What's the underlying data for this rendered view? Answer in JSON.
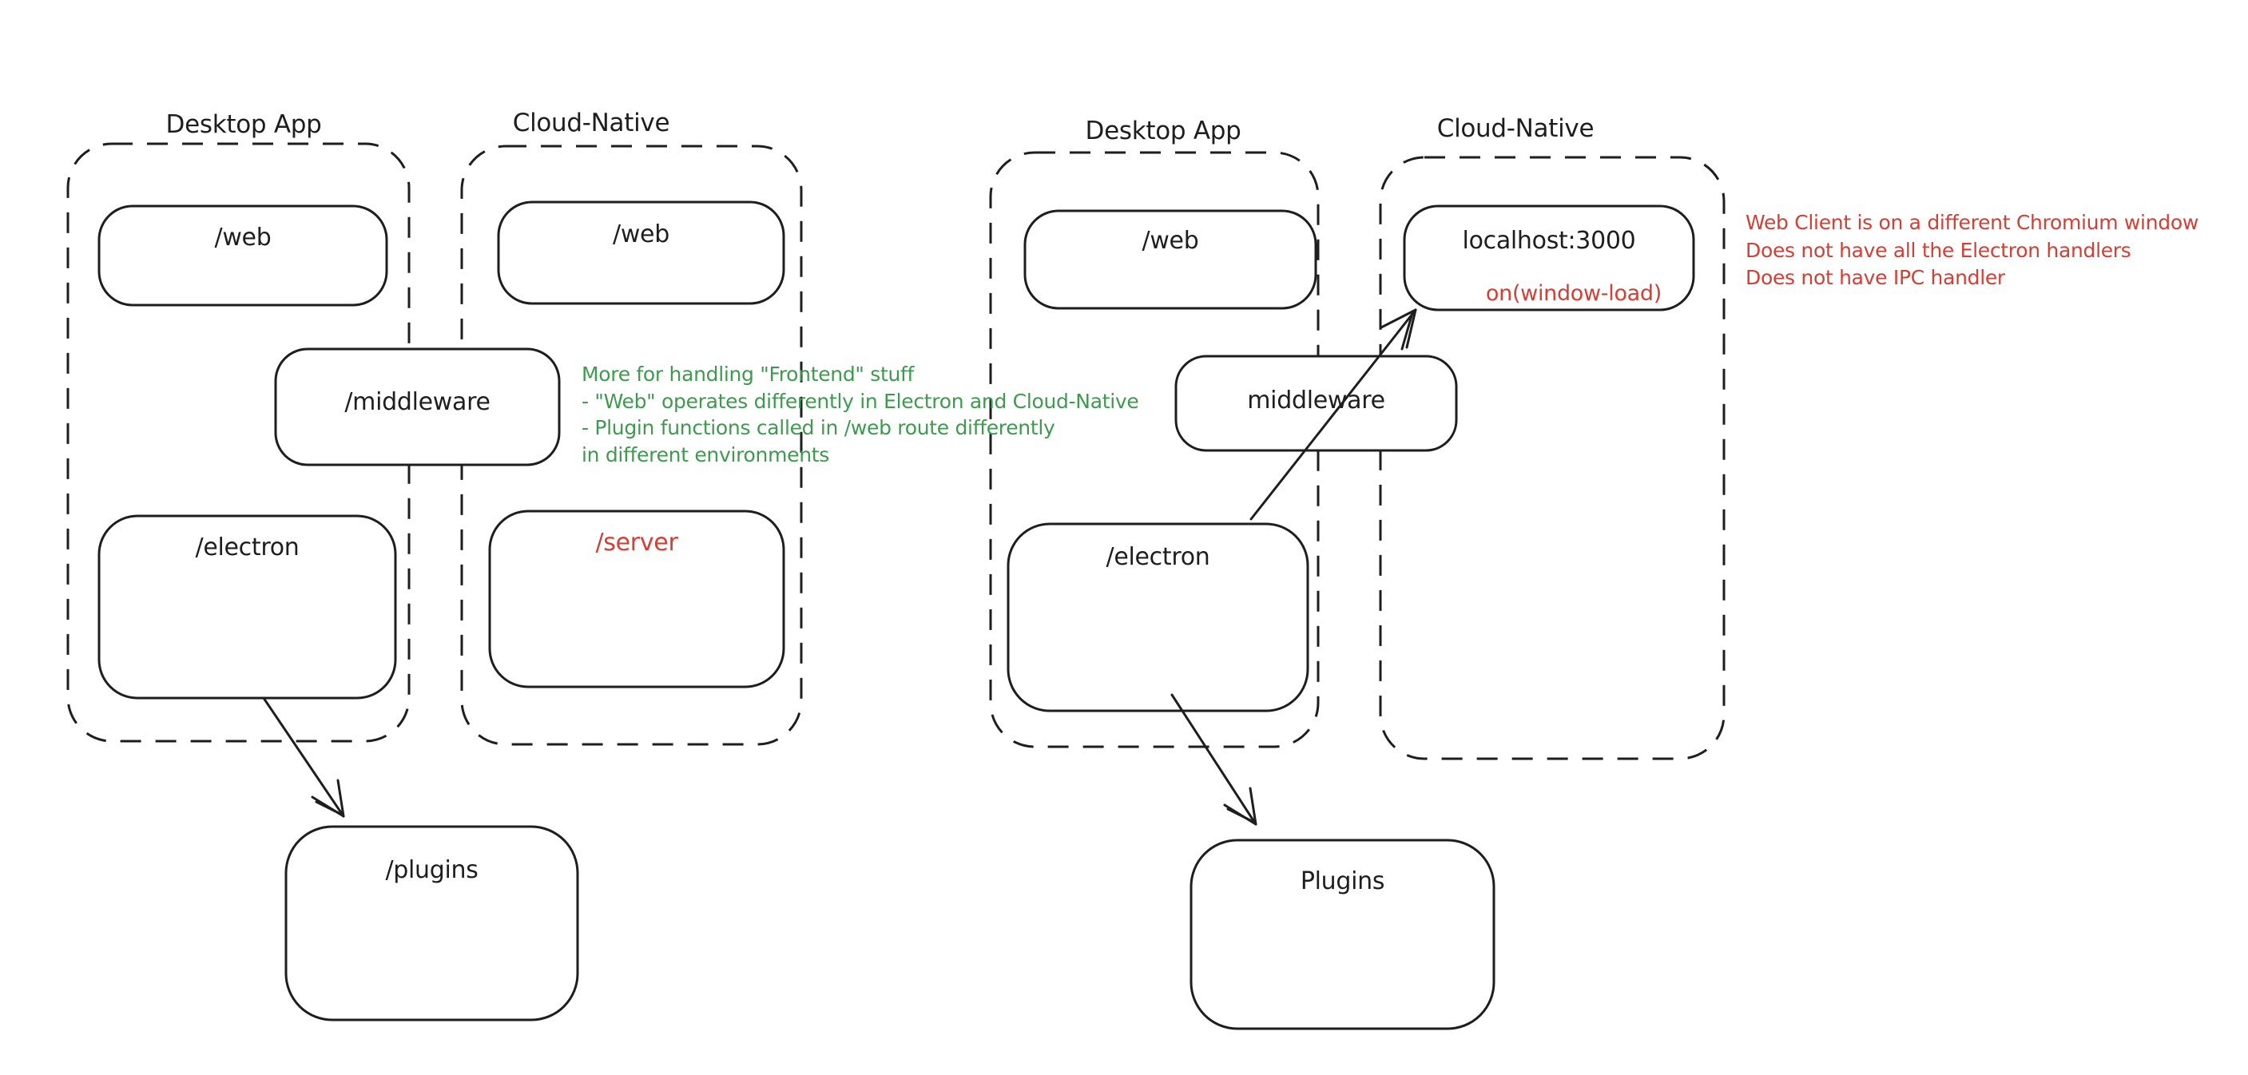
{
  "colors": {
    "stroke": "#1e1e1e",
    "green_note": "#3d9a4e",
    "red_accent": "#d13f35",
    "background": "#ffffff"
  },
  "diagram_left": {
    "desktop_group_label": "Desktop App",
    "cloud_group_label": "Cloud-Native",
    "desktop_web_label": "/web",
    "cloud_web_label": "/web",
    "middleware_label": "/middleware",
    "desktop_electron_label": "/electron",
    "cloud_server_label": "/server",
    "plugins_label": "/plugins",
    "note_green": {
      "line1": "More for handling \"Frontend\" stuff",
      "line2": "- \"Web\" operates differently in Electron and Cloud-Native",
      "line3": "- Plugin functions called in /web route differently",
      "line4": "in different environments"
    }
  },
  "diagram_right": {
    "desktop_group_label": "Desktop App",
    "cloud_group_label": "Cloud-Native",
    "desktop_web_label": "/web",
    "localhost_label": "localhost:3000",
    "localhost_event_label": "on(window-load)",
    "middleware_label": "middleware",
    "desktop_electron_label": "/electron",
    "plugins_label": "Plugins",
    "note_red": {
      "line1": "Web Client is on a different Chromium window",
      "line2": "Does not have all the Electron handlers",
      "line3": "Does not have IPC handler"
    }
  }
}
